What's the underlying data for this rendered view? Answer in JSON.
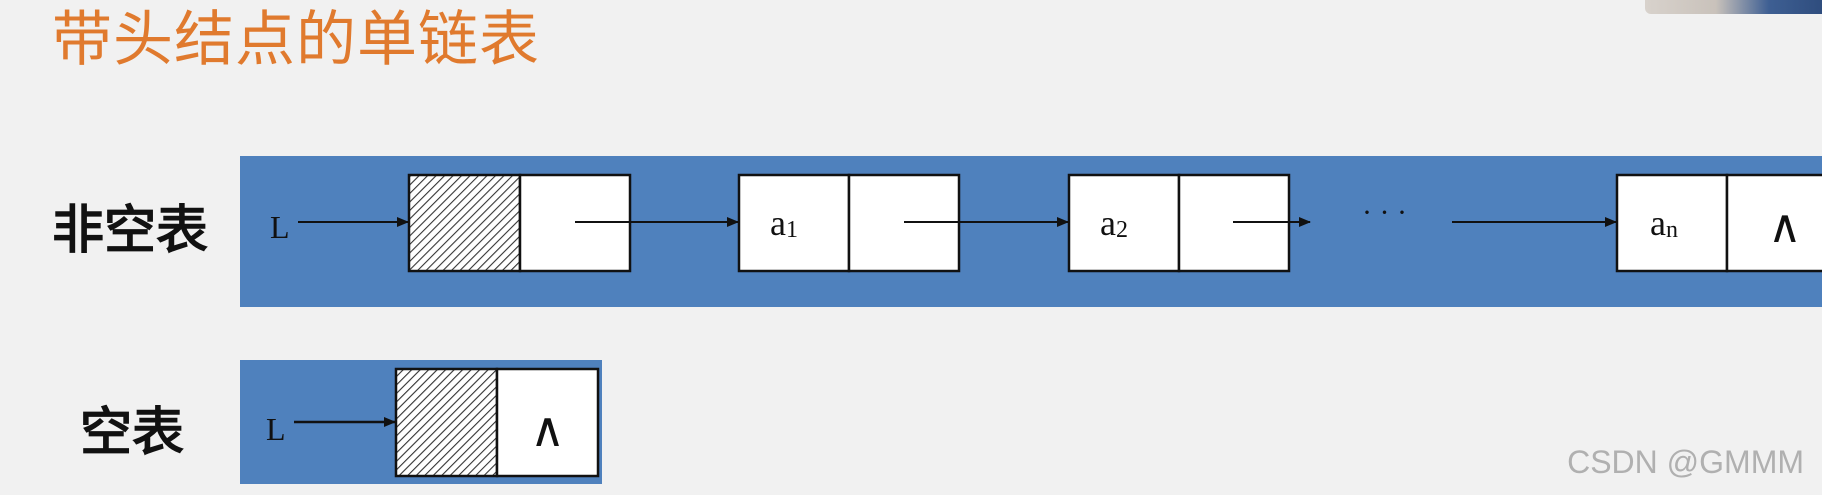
{
  "title": "带头结点的单链表",
  "rows": {
    "nonempty_label": "非空表",
    "empty_label": "空表"
  },
  "pointer_label": "L",
  "nodes": [
    {
      "value": "a",
      "subscript": "1"
    },
    {
      "value": "a",
      "subscript": "2"
    },
    {
      "value": "a",
      "subscript": "n"
    }
  ],
  "ellipsis": "· · ·",
  "null_symbol": "∧",
  "watermark": "CSDN @GMMM",
  "colors": {
    "title": "#e07a2e",
    "panel": "#4f81bd",
    "background": "#f1f1f1"
  }
}
